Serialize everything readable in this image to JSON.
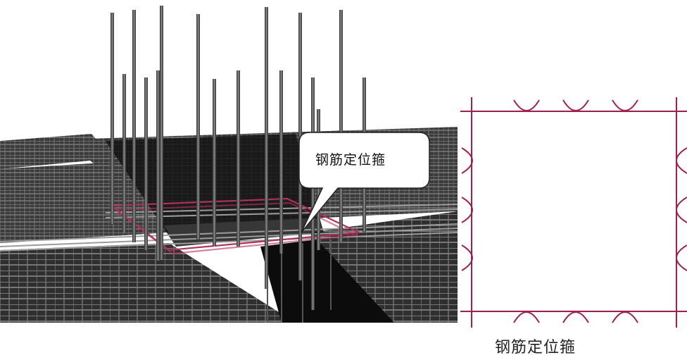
{
  "callout": {
    "label": "钢筋定位箍"
  },
  "detail": {
    "caption": "钢筋定位箍"
  },
  "colors": {
    "stirrup": "#a0204a",
    "rebar": "#555555",
    "slab": "#3a3a3a",
    "background": "#ffffff"
  },
  "icons": [
    "rebar-mesh-illustration",
    "speech-bubble",
    "stirrup-detail-diagram"
  ]
}
